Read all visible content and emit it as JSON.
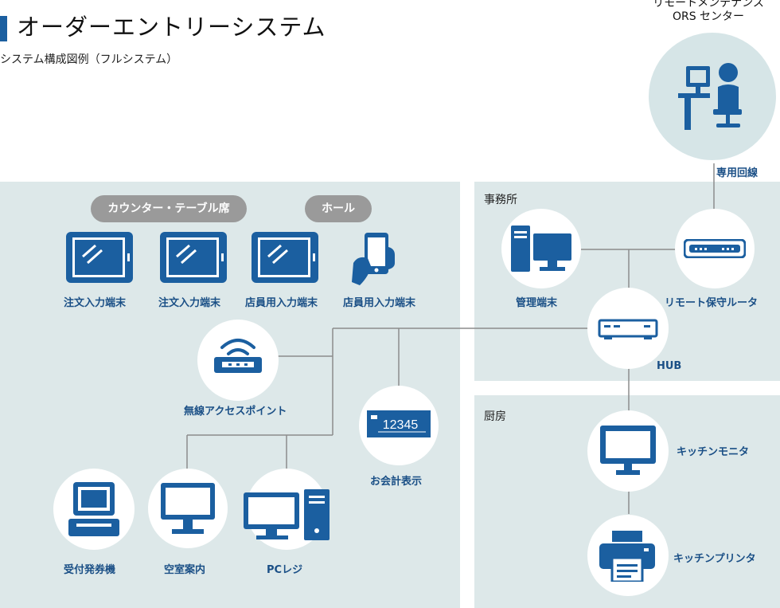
{
  "title": "オーダーエントリーシステム",
  "subtitle": "システム構成図例（フルシステム）",
  "remote": {
    "line1": "リモートメンテナンス",
    "line2": "ORS センター",
    "dedicated_line": "専用回線"
  },
  "areas": {
    "office": "事務所",
    "kitchen": "厨房"
  },
  "pills": {
    "counter": "カウンター・テーブル席",
    "hall": "ホール"
  },
  "devices": {
    "order_terminal_1": "注文入力端末",
    "order_terminal_2": "注文入力端末",
    "staff_terminal_1": "店員用入力端末",
    "staff_terminal_2": "店員用入力端末",
    "wireless_ap": "無線アクセスポイント",
    "bill_display": "お会計表示",
    "bill_display_number": "12345",
    "ticket_machine": "受付発券機",
    "vacancy_guide": "空室案内",
    "pc_register": "PCレジ",
    "management_terminal": "管理端末",
    "remote_router": "リモート保守ルータ",
    "hub": "HUB",
    "kitchen_monitor": "キッチンモニタ",
    "kitchen_printer": "キッチンプリンタ"
  },
  "colors": {
    "accent": "#1b5fa0",
    "icon": "#1b5fa0",
    "panel": "#dde8e9",
    "pill": "#9a9a9a",
    "line": "#8c8c8c"
  }
}
